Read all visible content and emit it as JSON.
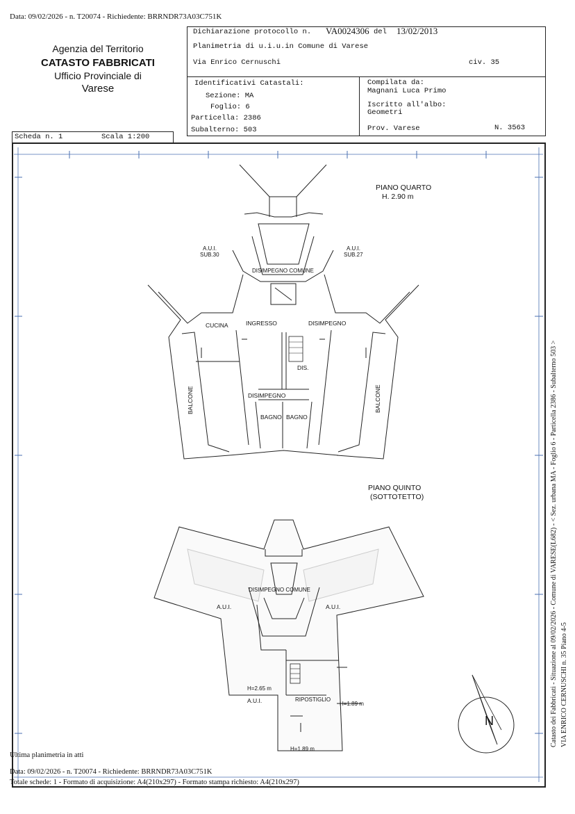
{
  "header_line": "Data: 09/02/2026 - n. T20074 - Richiedente: BRRNDR73A03C751K",
  "agency": {
    "line1": "Agenzia del Territorio",
    "line2": "CATASTO FABBRICATI",
    "line3": "Ufficio Provinciale di",
    "line4": "Varese"
  },
  "declaration": {
    "label": "Dichiarazione protocollo n.",
    "number": "VA0024306",
    "del_label": "del",
    "date": "13/02/2013",
    "planimetria": "Planimetria di u.i.u.in Comune di Varese",
    "address": "Via Enrico Cernuschi",
    "civ": "civ. 35"
  },
  "identifiers": {
    "title": "Identificativi Catastali:",
    "sezione": "Sezione: MA",
    "foglio": "Foglio: 6",
    "particella": "Particella: 2386",
    "subalterno": "Subalterno: 503"
  },
  "compiler": {
    "label": "Compilata da:",
    "name": "Magnani Luca Primo",
    "albo_label": "Iscritto all'albo:",
    "albo": "Geometri",
    "prov": "Prov. Varese",
    "n": "N. 3563"
  },
  "scheda": {
    "label": "Scheda n. 1",
    "scala": "Scala 1:200"
  },
  "plan_labels": {
    "piano_quarto": "PIANO QUARTO",
    "h_quarto": "H. 2.90 m",
    "aui_sub30_a": "A.U.I.",
    "aui_sub30_b": "SUB.30",
    "aui_sub27_a": "A.U.I.",
    "aui_sub27_b": "SUB.27",
    "disimpegno_comune": "DISIMPEGNO COMUNE",
    "cucina": "CUCINA",
    "ingresso": "INGRESSO",
    "disimpegno": "DISIMPEGNO",
    "dis": "DIS.",
    "balcone_left": "BALCONE",
    "balcone_right": "BALCONE",
    "disimpegno2": "DISIMPEGNO",
    "bagno1": "BAGNO",
    "bagno2": "BAGNO",
    "piano_quinto": "PIANO QUINTO",
    "sottotetto": "(SOTTOTETTO)",
    "disimpegno_comune2": "DISIMPEGNO COMUNE",
    "aui_left": "A.U.I.",
    "aui_right": "A.U.I.",
    "aui_bottom": "A.U.I.",
    "h265": "H=2.65 m",
    "ripostiglio": "RIPOSTIGLIO",
    "h189a": "H=1.89 m",
    "h189b": "H=1.89 m",
    "north": "N"
  },
  "side_text": {
    "line1": "Catasto dei Fabbricati - Situazione al 09/02/2026 - Comune di VARESE(L682) - < Sez. urbana MA - Foglio 6 - Particella 2386 - Subalterno 503 >",
    "line2": "VIA ENRICO CERNUSCHI n. 35 Piano 4-5"
  },
  "footer": {
    "ultima": "Ultima planimetria in atti",
    "data_line": "Data: 09/02/2026 - n. T20074 - Richiedente: BRRNDR73A03C751K",
    "totale": "Totale schede: 1 - Formato di acquisizione: A4(210x297)  - Formato stampa richiesto: A4(210x297)"
  }
}
